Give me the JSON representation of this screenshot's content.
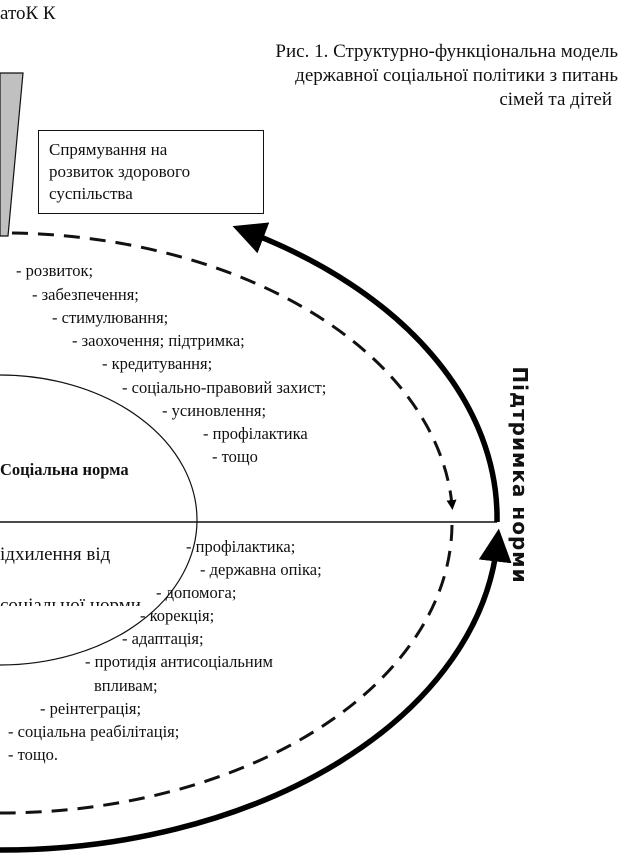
{
  "header": {
    "appendix": "атоК К"
  },
  "caption": {
    "lines": [
      "Рис. 1. Структурно-функціональна модель",
      "державної соціальної політики з питань",
      "сімей та дітей"
    ]
  },
  "box": {
    "lines": [
      "Спрямування на",
      "розвиток здорового",
      "суспільства"
    ]
  },
  "side_label": "Підтримка норми",
  "ellipse": {
    "norm": "Соціальна норма",
    "deviation_line1": "ідхилення від",
    "deviation_line2": "соціальної норми"
  },
  "upper_list": [
    "- розвиток;",
    "- забезпечення;",
    "- стимулювання;",
    "- заохочення; підтримка;",
    "- кредитування;",
    "- соціально-правовий захист;",
    "- усиновлення;",
    "- профілактика",
    "- тощо"
  ],
  "lower_list": [
    "- профілактика;",
    "- державна опіка;",
    "- допомога;",
    "-  корекція;",
    "- адаптація;",
    "- протидія антисоціальним",
    "впливам;",
    "- реінтеграція;",
    "- соціальна реабілітація;",
    "- тощо."
  ]
}
